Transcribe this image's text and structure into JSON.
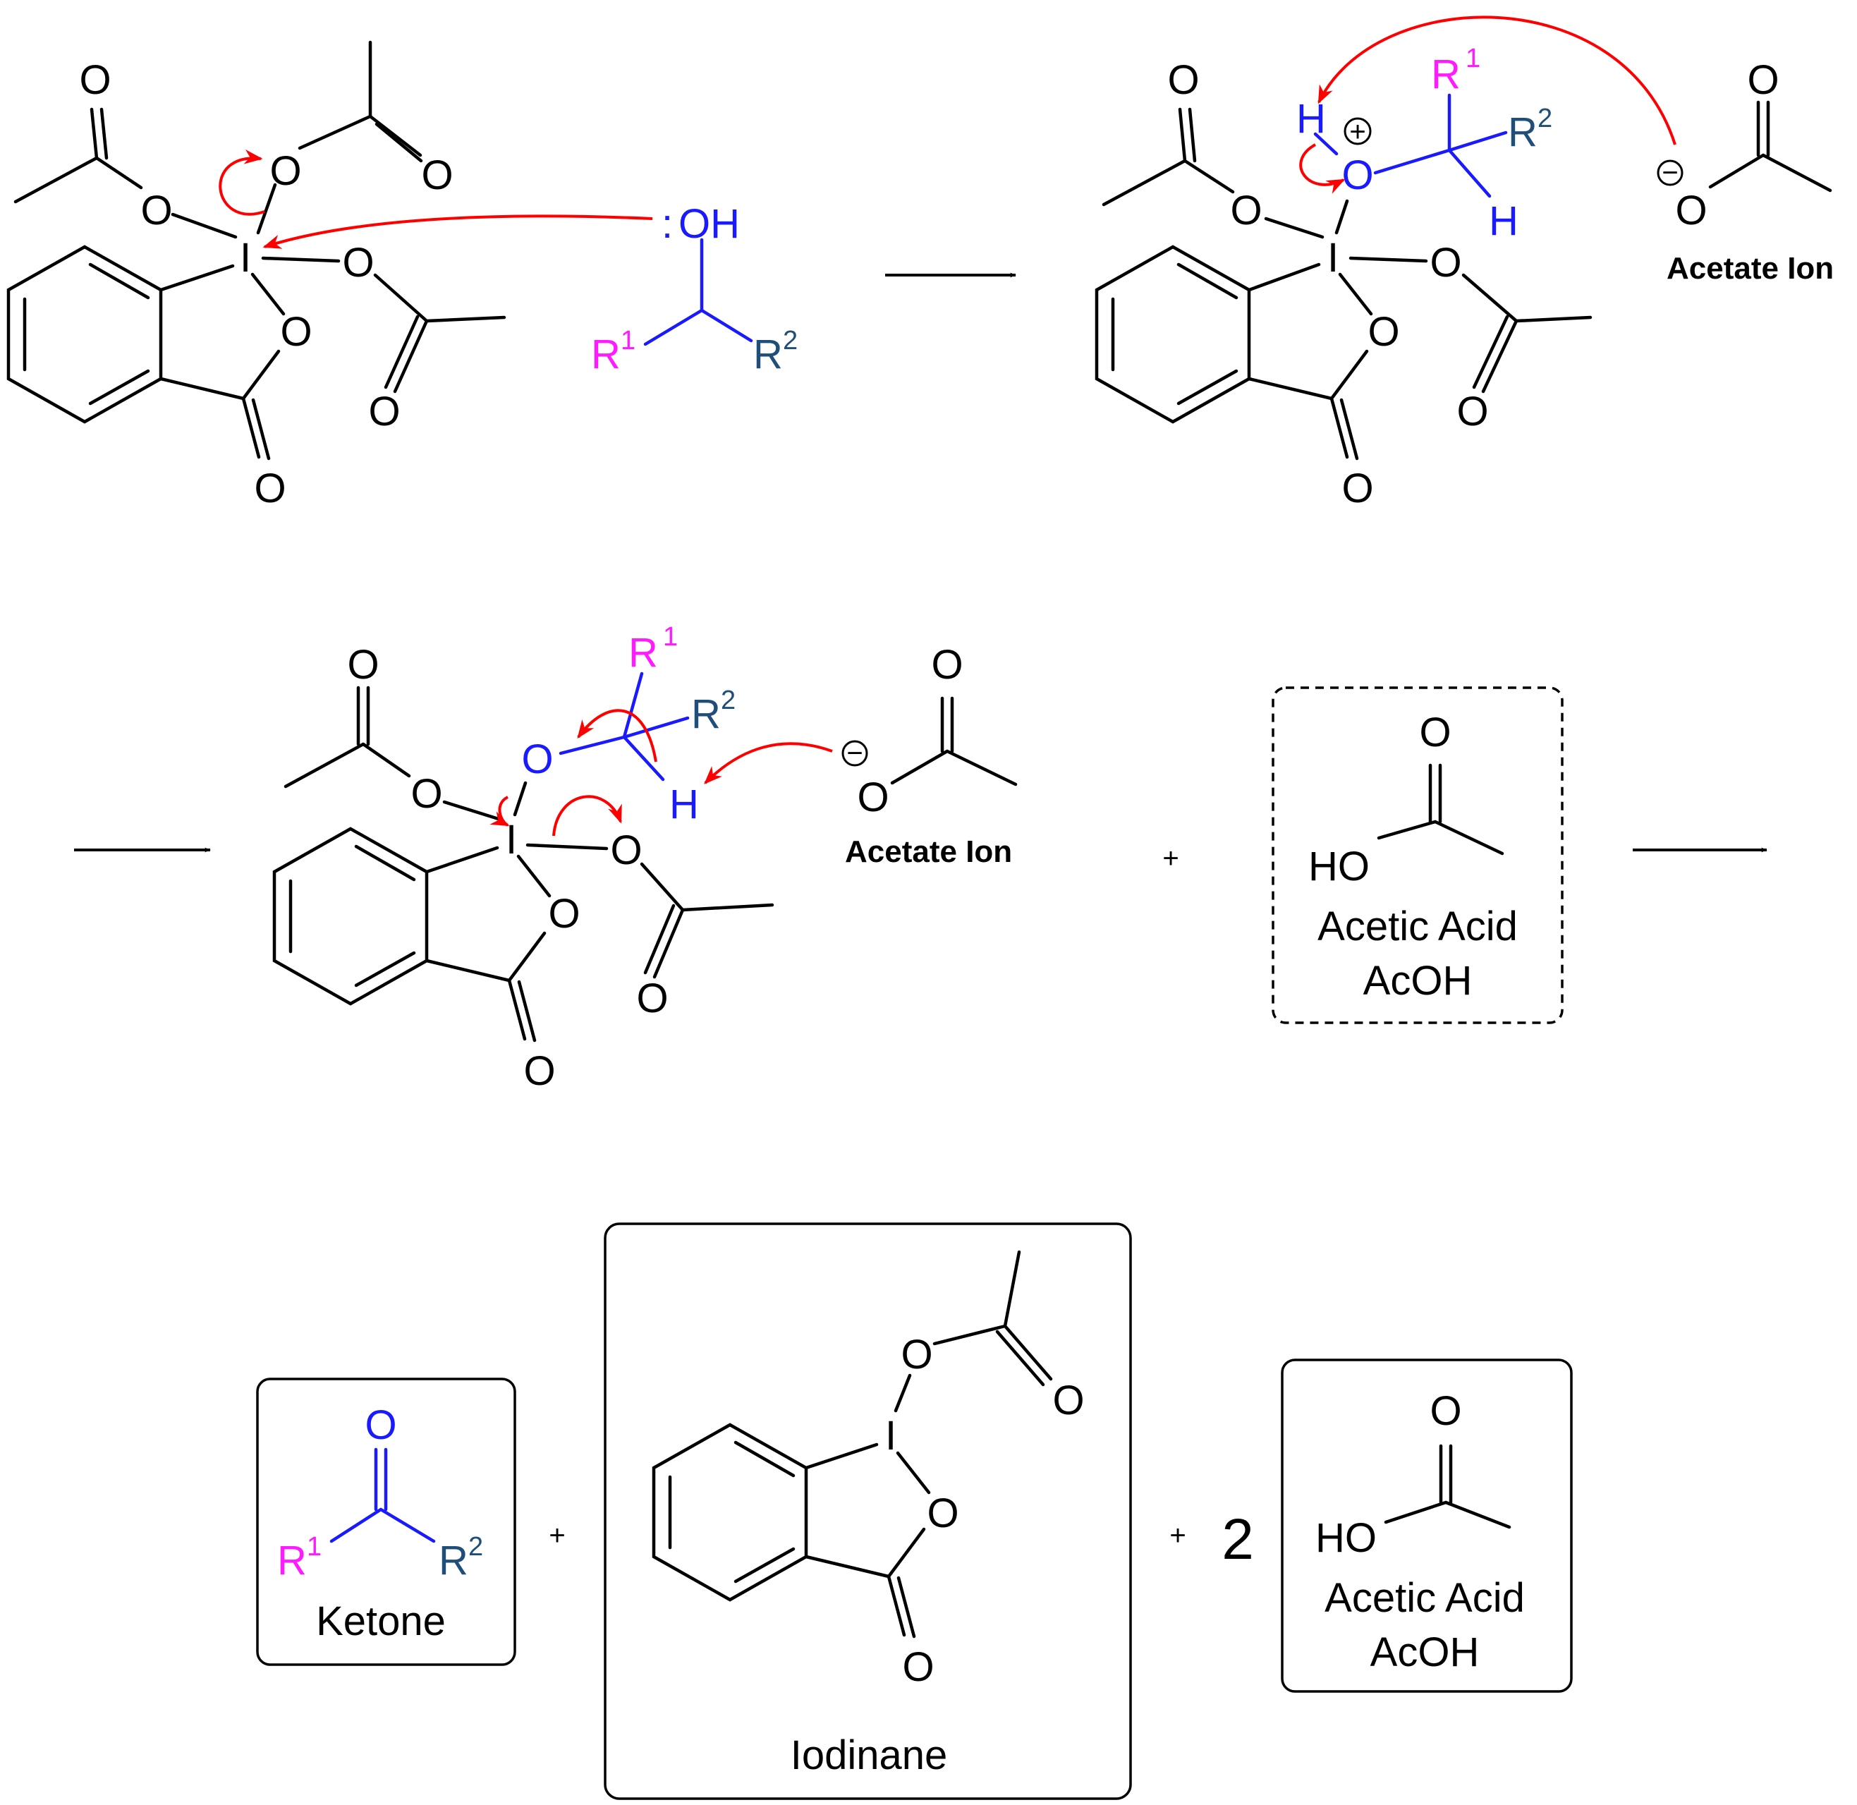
{
  "colors": {
    "bond": "#000000",
    "oxygen_alcohol": "#1a1aff",
    "r1": "#ff1aff",
    "r2": "#1f4e79",
    "arrow_mech": "#ff0000"
  },
  "icons": [
    "reaction-arrow-icon",
    "curved-electron-arrow-icon",
    "positive-charge-icon",
    "negative-charge-icon"
  ],
  "atoms": {
    "O": "O",
    "I": "I",
    "H": "H",
    "OH": "OH",
    "HO": "HO",
    "R": "R",
    "lone_pair": ":",
    "one": "1",
    "two": "2"
  },
  "charges": {
    "plus": "+",
    "minus": "−"
  },
  "labels": {
    "acetate_ion": "Acetate Ion",
    "acetic_acid": "Acetic Acid",
    "acoh": "AcOH",
    "ketone": "Ketone",
    "iodinane": "Iodinane",
    "plus_sign": "+",
    "coefficient": "2"
  }
}
